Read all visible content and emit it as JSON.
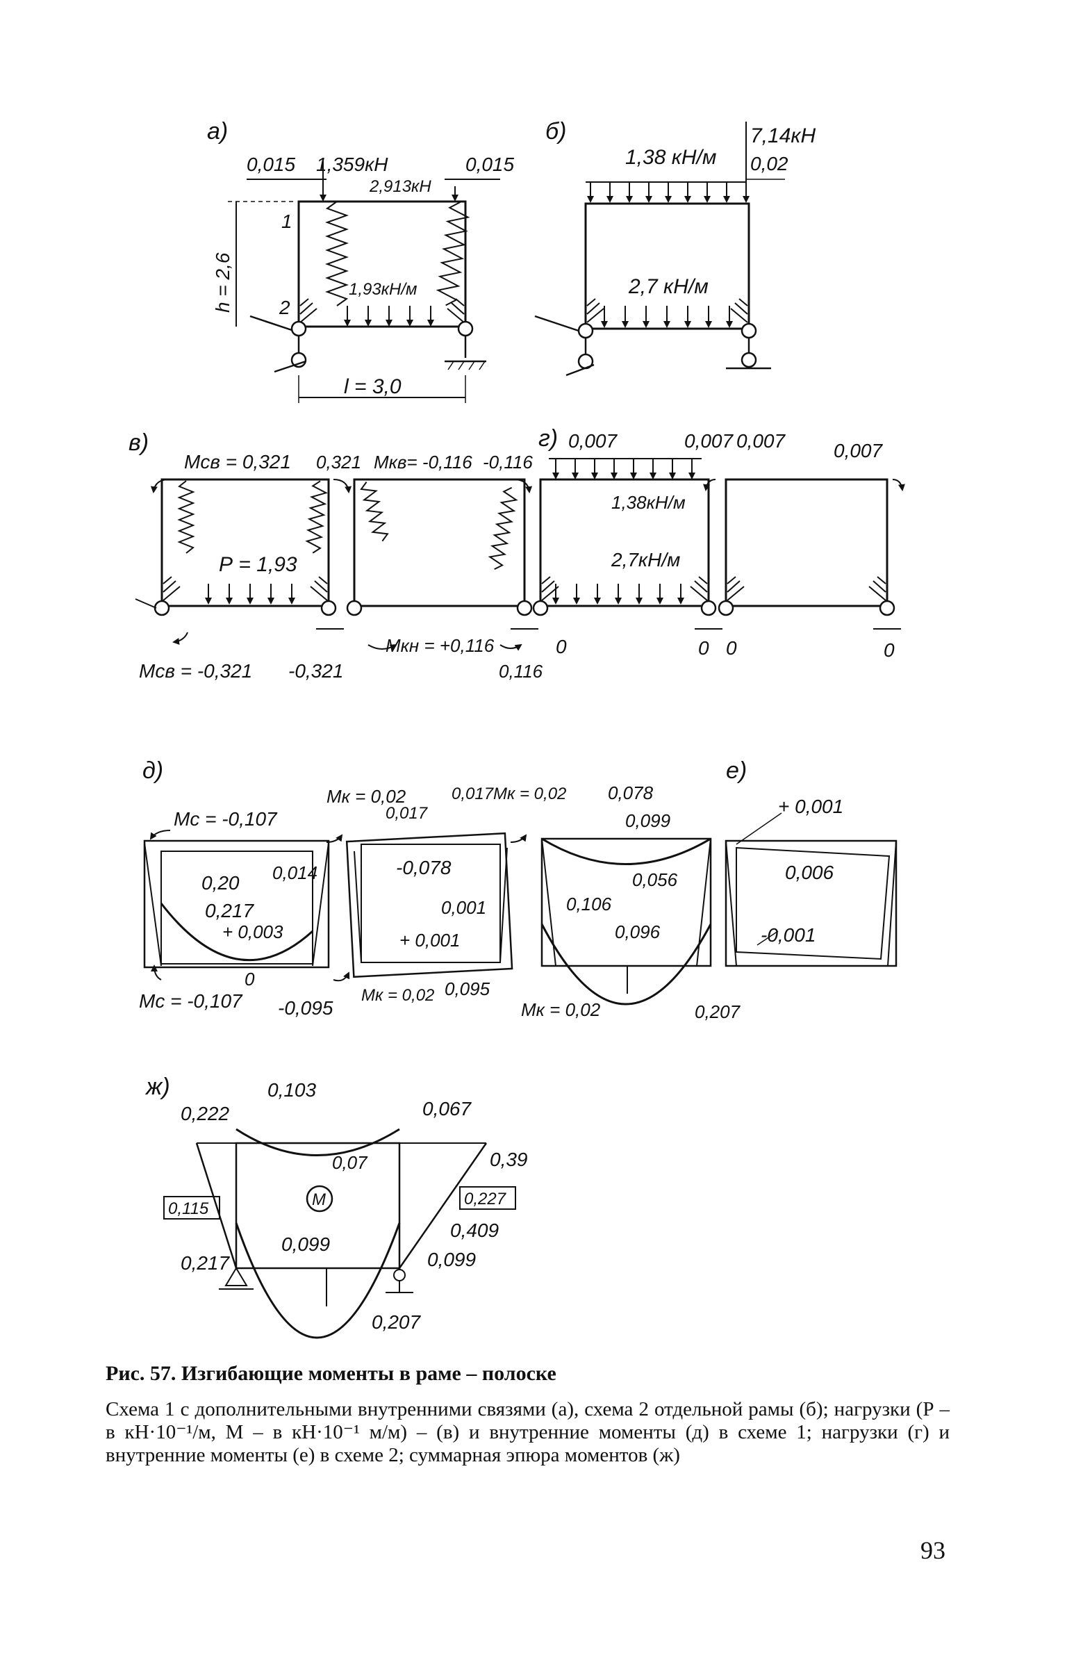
{
  "panels": {
    "a": {
      "label": "а)",
      "dim_left": "0,015",
      "dim_right": "0,015",
      "load_point": "1,359кН",
      "load_spring": "2,913кН",
      "height": "h = 2,6",
      "node1": "1",
      "node2": "2",
      "dist_load": "1,93кН/м",
      "span": "l = 3,0"
    },
    "b": {
      "label": "б)",
      "top_load": "1,38 кН/м",
      "point_load": "7,14кН",
      "offset": "0,02",
      "bottom_load": "2,7 кН/м"
    },
    "v": {
      "label": "в)",
      "m_top_left": "Мсв = 0,321",
      "m_top_mid": "0,321",
      "m_top_kv": "Мкв= -0,116",
      "m_top_kv2": "-0,116",
      "p_label": "Р = 1,93",
      "m_bottom_left": "Мсв = -0,321",
      "m_bottom_mid": "-0,321",
      "m_kn": "Мкн = +0,116",
      "zero": "0",
      "bottom_right": "0,116"
    },
    "g": {
      "label": "г)",
      "v1": "0,007",
      "v2": "0,007",
      "v3": "0,007",
      "v4": "0,007",
      "top_load": "1,38кН/м",
      "bottom_load": "2,7кН/м",
      "zero1": "0",
      "zero2": "0",
      "zero3": "0"
    },
    "d": {
      "label": "д)",
      "mc_top": "Мс = -0,107",
      "mk_top1": "Мк = 0,02",
      "v0017a": "0,017",
      "v0017b": "0,017",
      "mk_top2": "Мк = 0,02",
      "v0078": "0,078",
      "v0099": "0,099",
      "v020": "0,20",
      "v0014": "0,014",
      "vm0078": "-0,078",
      "v0056": "0,056",
      "v0217": "0,217",
      "v0001": "0,001",
      "v0106": "0,106",
      "v0003": "+ 0,003",
      "vp0001": "+ 0,001",
      "v0096": "0,096",
      "zero": "0",
      "mc_bottom": "Мс = -0,107",
      "vm0095": "-0,095",
      "mk_bottom1": "Мк = 0,02",
      "v0095": "0,095",
      "mk_bottom2": "Мк = 0,02",
      "v0207": "0,207"
    },
    "e": {
      "label": "е)",
      "v1": "+ 0,001",
      "v2": "0,006",
      "v3": "-0,001"
    },
    "zh": {
      "label": "ж)",
      "v0103": "0,103",
      "v0222": "0,222",
      "v0067": "0,067",
      "v007": "0,07",
      "v039": "0,39",
      "boxed_left": "0,115",
      "m_label": "М",
      "boxed_right": "0,227",
      "v0099a": "0,099",
      "v0409": "0,409",
      "v0217": "0,217",
      "v0099b": "0,099",
      "v0207": "0,207"
    }
  },
  "caption": {
    "title": "Рис. 57. Изгибающие моменты в раме – полоске",
    "body": "Схема 1 с дополнительными внутренними связями (а), схема 2 отдельной рамы (б); нагрузки (Р – в кН·10⁻¹/м, М – в кН·10⁻¹ м/м) – (в) и внутренние моменты (д) в схеме 1; нагрузки (г) и внутренние моменты (е) в схеме 2; суммарная эпюра моментов (ж)"
  },
  "page_number": "93"
}
